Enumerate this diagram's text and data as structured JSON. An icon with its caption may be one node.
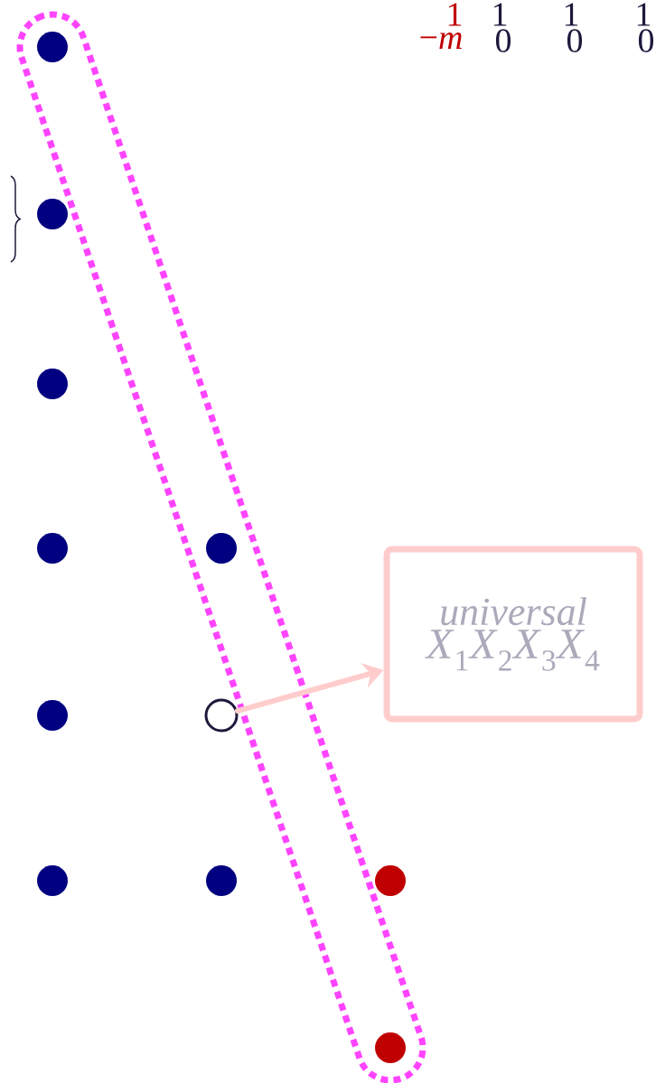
{
  "diagram": {
    "nodes": [
      {
        "text": [
          "universal",
          "*X*$_{1}$*X*$_{2}$*X*$_{3}$*X*$_{4}$"
        ]
      },
      {
        "text": [],
        "shape": "circle"
      }
    ],
    "edges": [
      {
        "from": 1,
        "to": 0,
        "arrow": "to"
      }
    ],
    "labels": [
      "1",
      "1",
      "1",
      "1",
      "−*m*",
      "0",
      "0",
      "0"
    ]
  }
}
